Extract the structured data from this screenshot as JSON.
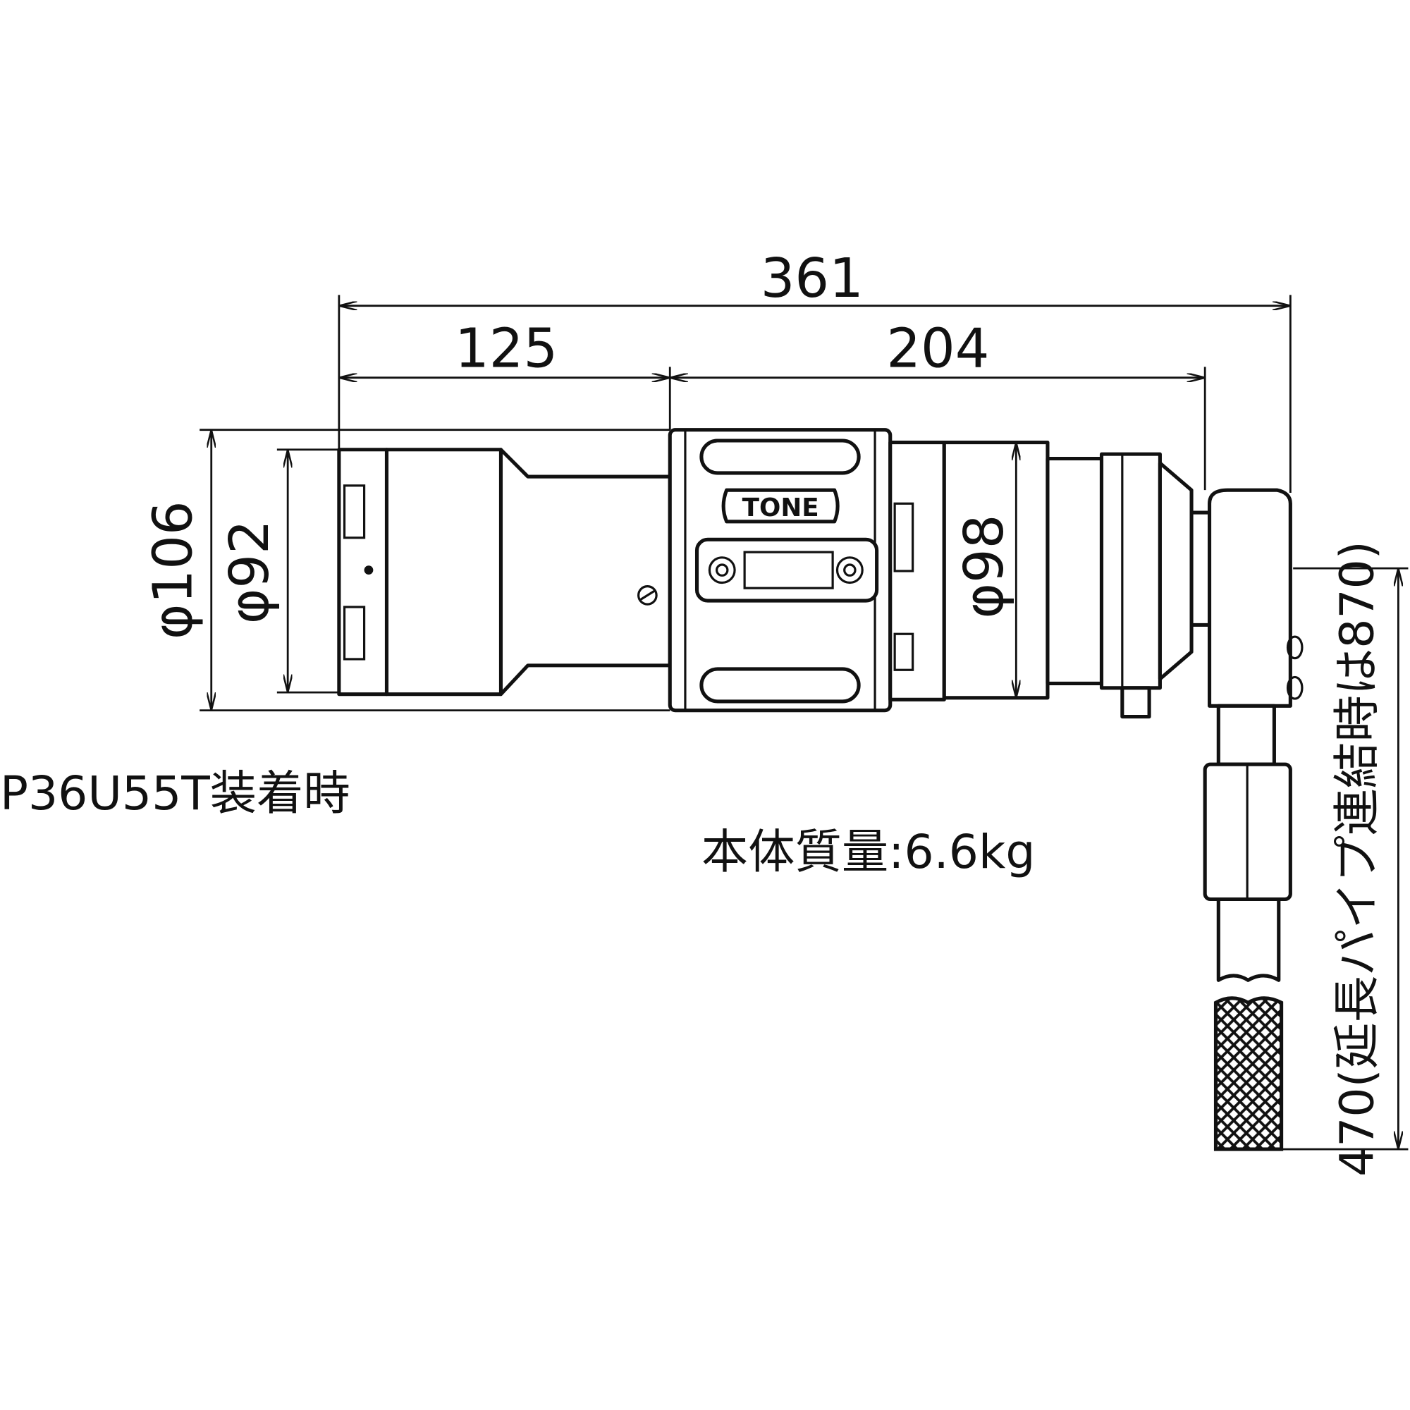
{
  "dimensions": {
    "overall_length": "361",
    "front_length": "125",
    "rear_length": "204",
    "diameter_outer": "φ106",
    "diameter_socket": "φ92",
    "diameter_body": "φ98",
    "handle_length": "470(延長パイプ連結時は870)"
  },
  "labels": {
    "attachment_note": "P36U55T装着時",
    "body_mass": "本体質量:6.6kg"
  },
  "logo": {
    "brand": "TONE"
  },
  "colors": {
    "line": "#111111",
    "background": "#ffffff"
  }
}
